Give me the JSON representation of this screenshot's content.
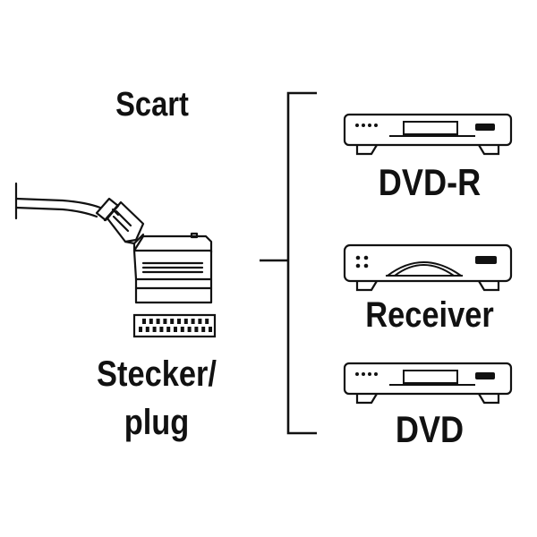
{
  "source": {
    "title": "Scart",
    "caption_line1": "Stecker/",
    "caption_line2": "plug",
    "icon": "scart-plug-icon"
  },
  "targets": [
    {
      "label": "DVD-R",
      "icon": "dvd-recorder-icon"
    },
    {
      "label": "Receiver",
      "icon": "satellite-receiver-icon"
    },
    {
      "label": "DVD",
      "icon": "dvd-player-icon"
    }
  ]
}
